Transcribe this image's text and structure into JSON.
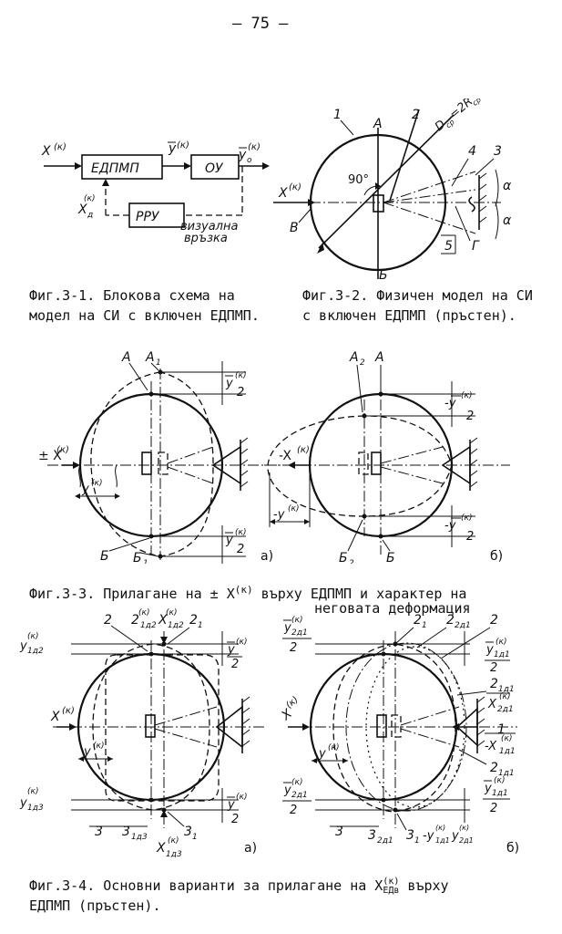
{
  "page_number": "– 75 –",
  "captions": {
    "fig3_1": [
      "Фиг.3-1. Блокова схема на",
      "модел на СИ с включен ЕДПМП."
    ],
    "fig3_2": [
      "Фиг.3-2. Физичен модел на СИ",
      "с включен ЕДПМП (пръстен)."
    ],
    "fig3_3": {
      "prefix": "Фиг.3-3. Прилагане на ± X",
      "sup": "(к)",
      "suffix": " върху ЕДПМП и характер на",
      "line2": "неговата деформация"
    },
    "fig3_4": {
      "prefix": "Фиг.3-4. Основни варианти за прилагане на X",
      "sup": "(к)",
      "sub": "ЕДв",
      "suffix": " върху",
      "line2": "ЕДПМП (пръстен)."
    }
  },
  "fig3_1": {
    "blocks": {
      "edpmp": "ЕДПМП",
      "ou": "ОУ",
      "rru": "РРУ"
    },
    "input": "X",
    "input_sup": "(к)",
    "signal_y": "y",
    "signal_y_sup": "(к)",
    "output": "y",
    "output_sub": "о",
    "output_sup": "(к)",
    "feedback": "X",
    "feedback_sub": "д",
    "feedback_sup": "(к)",
    "visual_link": [
      "визуална",
      "връзка"
    ]
  },
  "fig3_2": {
    "labels": {
      "n1": "1",
      "n2": "2",
      "n3": "3",
      "n4": "4",
      "n5": "5",
      "a": "А",
      "b": "Б",
      "v": "В",
      "g": "Г",
      "angle": "90°",
      "alpha1": "α",
      "alpha2": "α",
      "diameter": "D",
      "diameter_sub": "ср",
      "diameter_eq": "=2R",
      "diameter_eq_sub": "ср"
    },
    "input": "X",
    "input_sup": "(к)"
  },
  "fig3_3": {
    "left": {
      "a": "А",
      "a1": "А",
      "a1_sub": "1",
      "b": "Б",
      "b1": "Б",
      "b1_sub": "1",
      "force": "± X",
      "force_sup": "(к)",
      "disp": "y",
      "disp_sup": "(к)",
      "half_top": "y",
      "half_top_sup": "(к)",
      "half_top_den": "2",
      "half_bot": "y",
      "half_bot_sup": "(к)",
      "half_bot_den": "2",
      "letter": "а)"
    },
    "right": {
      "a": "А",
      "a2": "А",
      "a2_sub": "2",
      "b": "Б",
      "b2": "Б",
      "b2_sub": "2",
      "force": "-X",
      "force_sup": "(к)",
      "disp": "-y",
      "disp_sup": "(к)",
      "half_top": "-y",
      "half_top_sup": "(к)",
      "half_top_den": "2",
      "half_bot": "-y",
      "half_bot_sup": "(к)",
      "half_bot_den": "2",
      "letter": "б)"
    }
  },
  "fig3_4": {
    "left": {
      "top": [
        "2",
        "2",
        "Х",
        "2"
      ],
      "top_sub": [
        "",
        "1д2",
        "1д2",
        "1"
      ],
      "top_sup": [
        "",
        "(к)",
        "(к)",
        ""
      ],
      "y_top": "y",
      "y_top_sub": "1д2",
      "y_top_sup": "(к)",
      "half": "y",
      "half_sup": "(к)",
      "half_den": "2",
      "force": "X",
      "force_sup": "(к)",
      "disp": "y",
      "disp_sup": "(к)",
      "y_bot": "y",
      "y_bot_sub": "1д3",
      "y_bot_sup": "(к)",
      "bot": [
        "3",
        "3",
        "3"
      ],
      "bot_sub": [
        "",
        "1д3",
        "1"
      ],
      "x_bot": "X",
      "x_bot_sub": "1д3",
      "x_bot_sup": "(к)",
      "letter": "а)"
    },
    "right": {
      "top": [
        "2",
        "2",
        "2"
      ],
      "top_sub": [
        "1",
        "2д1",
        ""
      ],
      "y_left_top": "y",
      "y_left_top_sub": "2д1",
      "y_left_top_sup": "(к)",
      "y_left_top_den": "2",
      "y_right_top": "y",
      "y_right_top_sub": "1д1",
      "y_right_top_sup": "(к)",
      "y_right_top_den": "2",
      "n21": "2",
      "n21_sub": "1д1",
      "x21": "X",
      "x21_sub": "2д1",
      "x21_sup": "(к)",
      "n1": "1",
      "mx": "-X",
      "mx_sub": "1д1",
      "mx_sup": "(к)",
      "force": "X",
      "force_sup": "(к)",
      "disp": "y",
      "disp_sup": "(к)",
      "n21b": "2",
      "n21b_sub": "1д1",
      "y_left_bot": "y",
      "y_left_bot_sub": "2д1",
      "y_left_bot_sup": "(к)",
      "y_left_bot_den": "2",
      "y_right_bot": "y",
      "y_right_bot_sub": "1д1",
      "y_right_bot_sup": "(к)",
      "y_right_bot_den": "2",
      "bot": [
        "3",
        "3",
        "3",
        "-y",
        "y"
      ],
      "bot_sub": [
        "",
        "2д1",
        "1",
        "1д1",
        "2д1"
      ],
      "bot_sup": [
        "",
        "",
        "",
        "(к)",
        "(к)"
      ],
      "letter": "б)"
    }
  }
}
